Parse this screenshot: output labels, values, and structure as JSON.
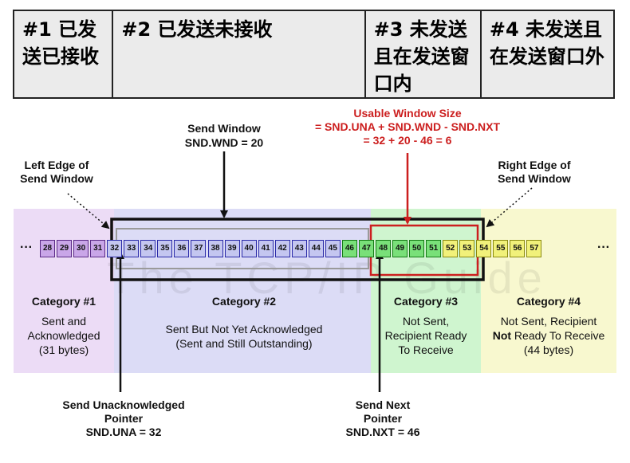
{
  "header": {
    "cells": [
      "#1 已发送已接收",
      "#2 已发送未接收",
      "#3 未发送且在发送窗口内",
      "#4 未发送且在发送窗口外"
    ]
  },
  "labels": {
    "send_window_title": "Send Window",
    "send_window_value": "SND.WND = 20",
    "usable_title": "Usable Window Size",
    "usable_formula": "= SND.UNA + SND.WND - SND.NXT",
    "usable_calc": "= 32 + 20 - 46 = 6",
    "left_edge": [
      "Left Edge of",
      "Send Window"
    ],
    "right_edge": [
      "Right Edge of",
      "Send Window"
    ],
    "snd_una": [
      "Send Unacknowledged",
      "Pointer",
      "SND.UNA = 32"
    ],
    "snd_nxt": [
      "Send Next",
      "Pointer",
      "SND.NXT = 46"
    ],
    "ellipsis": "···",
    "watermark": "The TCP/IP Guide"
  },
  "categories": [
    {
      "title": "Category #1",
      "lines": [
        "Sent and",
        "Acknowledged",
        "(31 bytes)"
      ]
    },
    {
      "title": "Category #2",
      "lines": [
        "Sent But Not Yet Acknowledged",
        "(Sent and Still Outstanding)"
      ]
    },
    {
      "title": "Category #3",
      "lines": [
        "Not Sent,",
        "Recipient Ready",
        "To Receive"
      ]
    },
    {
      "title": "Category #4",
      "lines_prefix_bold": "Not",
      "lines": [
        "Not Sent, Recipient",
        " Ready To Receive",
        "(44 bytes)"
      ]
    }
  ],
  "bytes": {
    "cat1": [
      "28",
      "29",
      "30",
      "31"
    ],
    "cat2": [
      "32",
      "33",
      "34",
      "35",
      "36",
      "37",
      "38",
      "39",
      "40",
      "41",
      "42",
      "43",
      "44",
      "45"
    ],
    "cat3": [
      "46",
      "47",
      "48",
      "49",
      "50",
      "51"
    ],
    "cat4": [
      "52",
      "53",
      "54",
      "55",
      "56",
      "57"
    ]
  },
  "colors": {
    "cat1_bg": "#ecdcf6",
    "cat1_box": "#c9a6e8",
    "cat1_border": "#5b2a86",
    "cat2_bg": "#dcdcf6",
    "cat2_box": "#c4c6f0",
    "cat2_border": "#2a2aa8",
    "cat3_bg": "#cff5cf",
    "cat3_box": "#79e079",
    "cat3_border": "#157a15",
    "cat4_bg": "#f8f8cf",
    "cat4_box": "#f1f17a",
    "cat4_border": "#8a8a10",
    "red": "#cc1f1f"
  }
}
